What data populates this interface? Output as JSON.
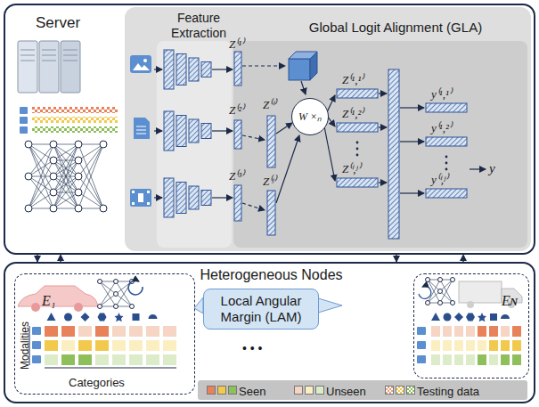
{
  "diagram": {
    "nodes": [
      {
        "text": [
          "Server"
        ]
      },
      {
        "text": [
          "Feature Extraction",
          "Global Logit Alignment (GLA)"
        ],
        "in": 0
      },
      {
        "text": [
          "W ×ₙ"
        ],
        "in": 1
      },
      {
        "text": [
          "Heterogeneous Nodes"
        ]
      },
      {
        "text": [
          "E₁",
          "Modalities",
          "Categories"
        ],
        "in": 3
      },
      {
        "text": [
          "Local Angular Margin (LAM)"
        ],
        "in": 3
      },
      {
        "text": [
          "Eɴ"
        ],
        "in": 3
      }
    ],
    "edges": [
      {
        "from": 0,
        "to": 3,
        "arrow": "to"
      },
      {
        "from": 3,
        "to": 0,
        "arrow": "to"
      },
      {
        "from": 0,
        "to": 3,
        "arrow": "to"
      },
      {
        "from": 3,
        "to": 0,
        "arrow": "to"
      }
    ],
    "labels": [
      "Z⁽¹⁾",
      "Z⁽²⁾",
      "Z⁽³⁾",
      "Z⁽ⁱ⁾",
      "Z⁽ʲ⁾",
      "Z⁽¹,¹⁾",
      "Z⁽¹,²⁾",
      "Z⁽ⁱ,ʲ⁾",
      "y⁽¹,¹⁾",
      "y⁽¹,²⁾",
      "y⁽ⁱ,ʲ⁾",
      "y",
      "• • •"
    ],
    "legend": [
      {
        "text": "Seen",
        "color": "#e8825a"
      },
      {
        "text": "Unseen",
        "color": "#f6d5c4"
      },
      {
        "text": "Testing data",
        "color": "#e8a07c"
      }
    ]
  }
}
